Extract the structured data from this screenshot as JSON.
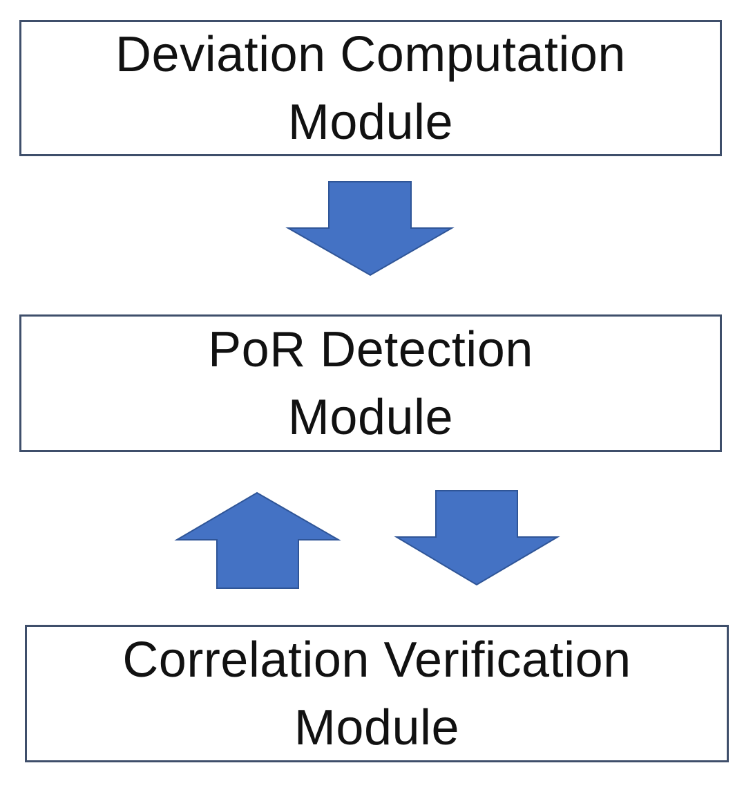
{
  "modules": {
    "deviation": {
      "line1": "Deviation Computation",
      "line2": "Module"
    },
    "por": {
      "line1": "PoR Detection",
      "line2": "Module"
    },
    "correlation": {
      "line1": "Correlation Verification",
      "line2": "Module"
    }
  },
  "colors": {
    "arrow_fill": "#4472c4",
    "arrow_stroke": "#2f5597",
    "box_border": "#3f4f6b",
    "text": "#111111"
  },
  "icons": {
    "arrow_1": "arrow-down-icon",
    "arrow_2": "arrow-up-icon",
    "arrow_3": "arrow-down-icon"
  }
}
